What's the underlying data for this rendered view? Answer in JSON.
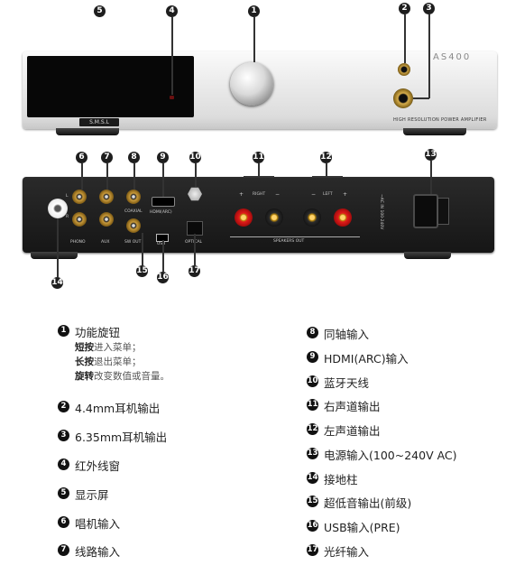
{
  "front_panel": {
    "brand": "AS400",
    "subtitle": "HIGH RESOLUTION POWER AMPLIFIER",
    "logo": "S.M.S.L"
  },
  "rear_panel": {
    "labels": {
      "phono": "PHONO",
      "aux": "AUX",
      "coaxial": "COAXIAL",
      "sw_out": "SW OUT",
      "hdmi": "HDMI(ARC)",
      "usb": "USB",
      "optical": "OPTICAL",
      "right": "RIGHT",
      "left": "LEFT",
      "speakers_out": "SPEAKERS OUT",
      "ac": "~AC IN 100-240V",
      "l": "L",
      "r": "R",
      "plus": "+",
      "minus": "−"
    }
  },
  "callouts": [
    "5",
    "4",
    "1",
    "2",
    "3",
    "6",
    "7",
    "8",
    "9",
    "10",
    "11",
    "12",
    "13",
    "14",
    "15",
    "16",
    "17"
  ],
  "legend": {
    "item1": {
      "num": "1",
      "title": "功能旋钮",
      "lines": [
        {
          "key": "短按",
          "rest": "进入菜单；"
        },
        {
          "key": "长按",
          "rest": "退出菜单；"
        },
        {
          "key": "旋转",
          "rest": "改变数值或音量。"
        }
      ]
    },
    "left": [
      {
        "num": "2",
        "text": "4.4mm耳机输出"
      },
      {
        "num": "3",
        "text": "6.35mm耳机输出"
      },
      {
        "num": "4",
        "text": "红外线窗"
      },
      {
        "num": "5",
        "text": "显示屏"
      },
      {
        "num": "6",
        "text": "唱机输入"
      },
      {
        "num": "7",
        "text": "线路输入"
      }
    ],
    "right": [
      {
        "num": "8",
        "text": "同轴输入"
      },
      {
        "num": "9",
        "text": "HDMI(ARC)输入"
      },
      {
        "num": "10",
        "text": "蓝牙天线"
      },
      {
        "num": "11",
        "text": "右声道输出"
      },
      {
        "num": "12",
        "text": "左声道输出"
      },
      {
        "num": "13",
        "text": "电源输入(100~240V AC)"
      },
      {
        "num": "14",
        "text": "接地柱"
      },
      {
        "num": "15",
        "text": "超低音输出(前级)"
      },
      {
        "num": "16",
        "text": "USB输入(PRE)"
      },
      {
        "num": "17",
        "text": "光纤输入"
      }
    ]
  }
}
